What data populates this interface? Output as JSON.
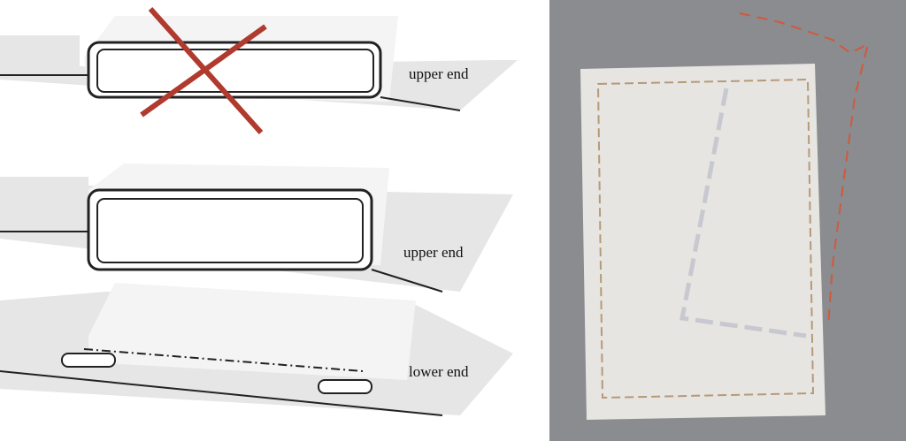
{
  "diagram": {
    "panels": [
      {
        "label": "upper end",
        "crossed_out": true
      },
      {
        "label": "upper end",
        "crossed_out": false
      },
      {
        "label": "lower end",
        "crossed_out": false
      }
    ],
    "colors": {
      "cross": "#b03a2e",
      "stitch_line": "#d0593d",
      "fabric": "#8a8c90",
      "paper": "#eceae6"
    }
  }
}
